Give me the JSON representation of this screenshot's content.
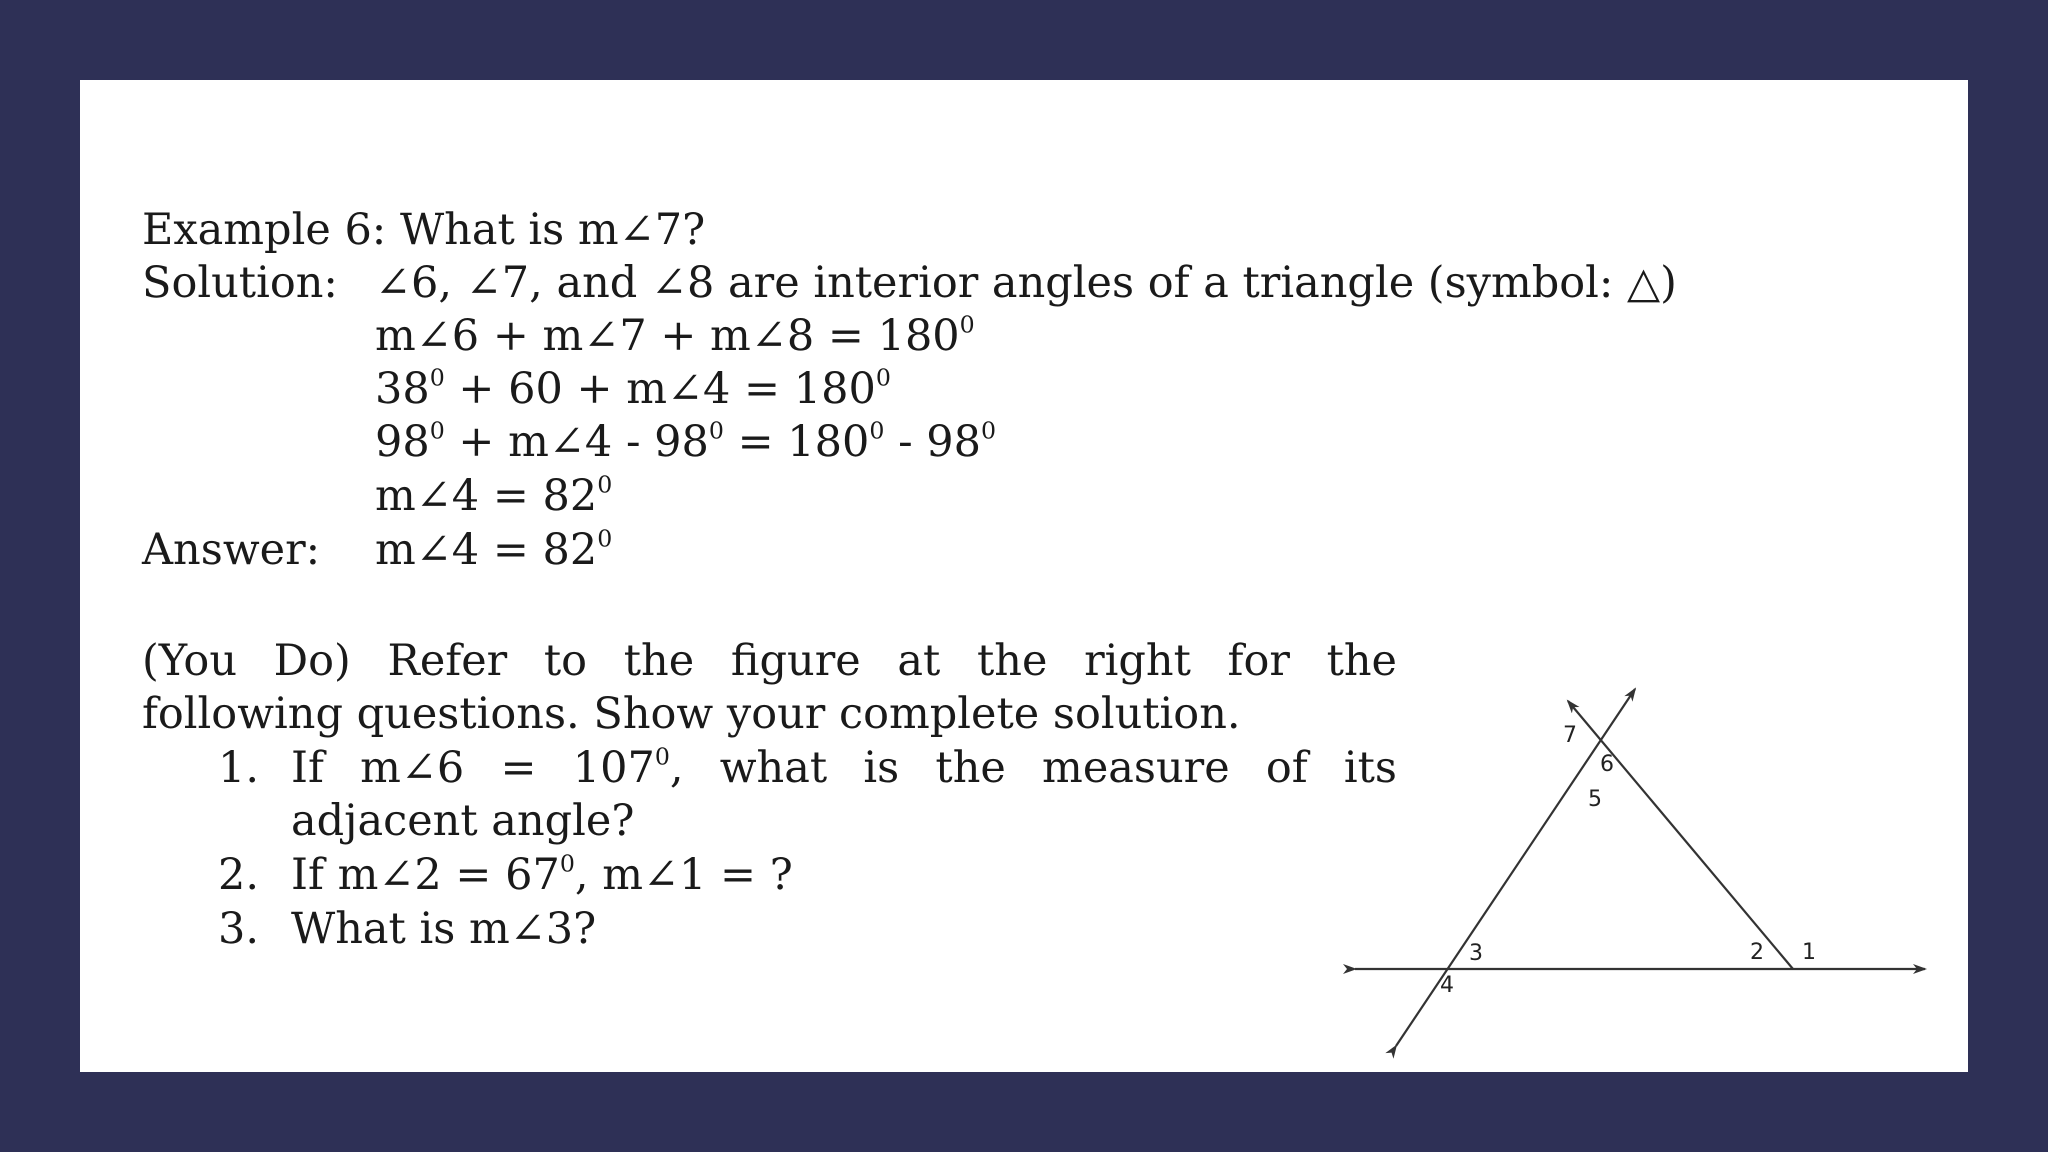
{
  "example": {
    "title": "Example 6: What is m∠7?",
    "solution_label": "Solution:",
    "solution_lines": [
      "∠6, ∠7, and ∠8 are interior angles of a triangle (symbol: △)",
      "m∠6 + m∠7 + m∠8 = 180",
      "38",
      "98",
      "m∠4 = 82"
    ],
    "eq2_part2": " + 60 + m∠4 = 180",
    "eq3_part2": " + m∠4 - 98",
    "eq3_part3": " = 180",
    "eq3_part4": " - 98",
    "degree": "0",
    "answer_label": "Answer:",
    "answer_value": "m∠4 = 82"
  },
  "you_do": {
    "intro_line1": "(You Do) Refer to the figure at the right for the",
    "intro_line2": "following questions. Show your complete solution.",
    "questions": [
      {
        "number": "1.",
        "text_a": "If m∠6 = 107",
        "text_b": ", what is the measure of its",
        "text_c": "adjacent angle?"
      },
      {
        "number": "2.",
        "text_a": "If m∠2 = 67",
        "text_b": ", m∠1 = ?"
      },
      {
        "number": "3.",
        "text": "What is m∠3?"
      }
    ]
  },
  "figure": {
    "angle_labels": [
      "1",
      "2",
      "3",
      "4",
      "5",
      "6",
      "7"
    ]
  }
}
